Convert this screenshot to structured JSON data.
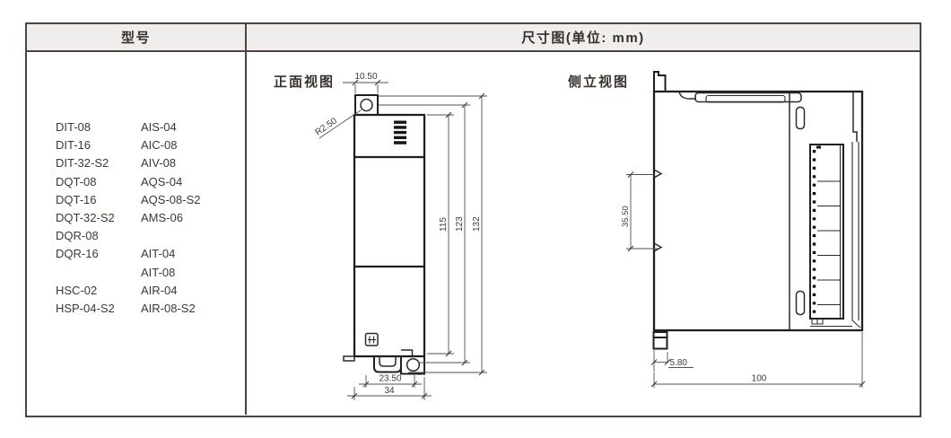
{
  "table": {
    "model_header": "型号",
    "dimension_header": "尺寸图(单位: mm)"
  },
  "models": {
    "rows": [
      [
        "DIT-08",
        "AIS-04"
      ],
      [
        "DIT-16",
        "AIC-08"
      ],
      [
        "DIT-32-S2",
        "AIV-08"
      ],
      [
        "DQT-08",
        "AQS-04"
      ],
      [
        "DQT-16",
        "AQS-08-S2"
      ],
      [
        "DQT-32-S2",
        "AMS-06"
      ],
      [
        "DQR-08",
        ""
      ],
      [
        "DQR-16",
        "AIT-04"
      ],
      [
        "",
        "AIT-08"
      ],
      [
        "HSC-02",
        "AIR-04"
      ],
      [
        "HSP-04-S2",
        "AIR-08-S2"
      ]
    ]
  },
  "front_view": {
    "label": "正面视图",
    "dims": {
      "hole_offset": "10.50",
      "hole_radius": "R2.50",
      "body_height": "115",
      "mid_height": "123",
      "overall_height": "132",
      "hole_pitch_width": "23.50",
      "overall_width": "34"
    }
  },
  "side_view": {
    "label": "侧立视图",
    "dims": {
      "din_rail_slot": "35.50",
      "foot_depth": "5.80",
      "overall_depth": "100"
    }
  },
  "colors": {
    "border": "#4b4440",
    "header_bg": "#f0eeec",
    "line": "#1f1f1f",
    "dim_line": "#55504c",
    "text": "#38322e"
  }
}
